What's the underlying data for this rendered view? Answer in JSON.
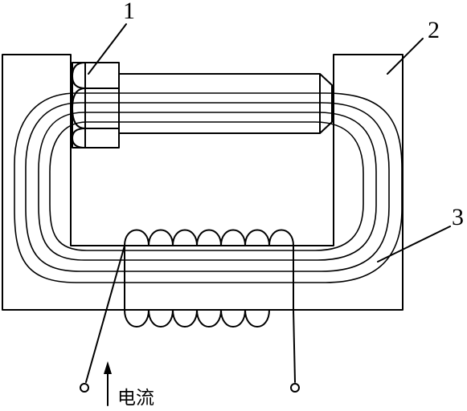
{
  "labels": {
    "part_1": "1",
    "part_2": "2",
    "part_3": "3"
  },
  "current_label": "电流"
}
